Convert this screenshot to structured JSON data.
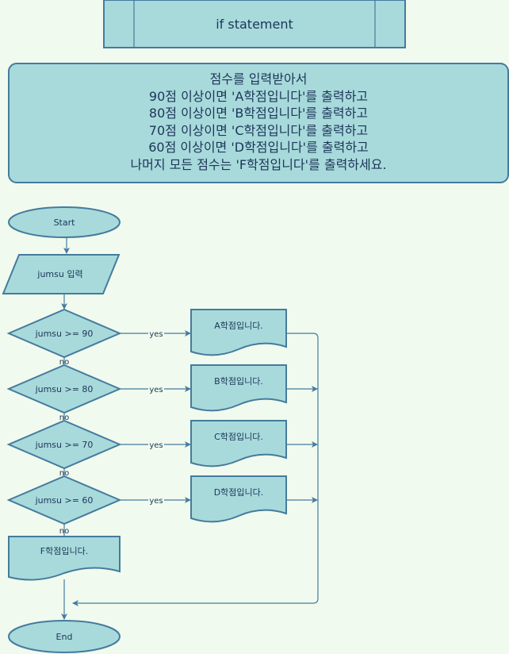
{
  "title": "if statement",
  "description": [
    "점수를 입력받아서",
    "90점 이상이면 'A학점입니다'를 출력하고",
    "80점 이상이면 'B학점입니다'를 출력하고",
    "70점 이상이면 'C학점입니다'를 출력하고",
    "60점 이상이면 'D학점입니다'를 출력하고",
    "나머지 모든 점수는 'F학점입니다'를 출력하세요."
  ],
  "flow": {
    "start": "Start",
    "input": "jumsu 입력",
    "conditions": [
      "jumsu >= 90",
      "jumsu >= 80",
      "jumsu >= 70",
      "jumsu >= 60"
    ],
    "outputs": [
      "A학점입니다.",
      "B학점입니다.",
      "C학점입니다.",
      "D학점입니다."
    ],
    "else_output": "F학점입니다.",
    "end": "End",
    "yes_label": "yes",
    "no_label": "no"
  },
  "colors": {
    "fill": "#a8dadc",
    "stroke": "#457b9d",
    "text": "#1d3557",
    "background": "#f1faee"
  }
}
